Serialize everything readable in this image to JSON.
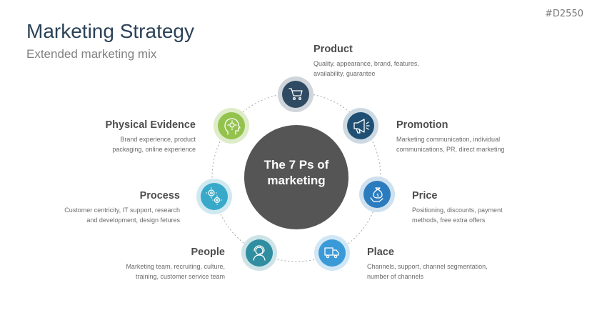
{
  "slide_id": "#D2550",
  "title": "Marketing Strategy",
  "subtitle": "Extended marketing mix",
  "center": {
    "line1": "The 7 Ps of",
    "line2": "marketing"
  },
  "items": [
    {
      "heading": "Product",
      "line1": "Quality, appearance, brand, features,",
      "line2": "availability, guarantee",
      "icon": "shopping-cart-icon",
      "color": "#2f4b63"
    },
    {
      "heading": "Promotion",
      "line1": "Marketing communication, individual",
      "line2": "communications, PR, direct marketing",
      "icon": "megaphone-icon",
      "color": "#1f5073"
    },
    {
      "heading": "Price",
      "line1": "Positioning, discounts, payment",
      "line2": "methods, free extra offers",
      "icon": "money-bag-hand-icon",
      "color": "#2b7bbf"
    },
    {
      "heading": "Place",
      "line1": "Channels, support, channel segmentation,",
      "line2": "number of channels",
      "icon": "delivery-truck-icon",
      "color": "#3a9ad8"
    },
    {
      "heading": "People",
      "line1": "Marketing team, recruiting, culture,",
      "line2": "training, customer service team",
      "icon": "support-agent-icon",
      "color": "#2f8ea0"
    },
    {
      "heading": "Process",
      "line1": "Customer centricity, IT support, research",
      "line2": "and development, design fetures",
      "icon": "gears-icon",
      "color": "#38a9c9"
    },
    {
      "heading": "Physical Evidence",
      "line1": "Brand experience, product",
      "line2": "packaging, online experience",
      "icon": "head-idea-icon",
      "color": "#93c24d"
    }
  ]
}
